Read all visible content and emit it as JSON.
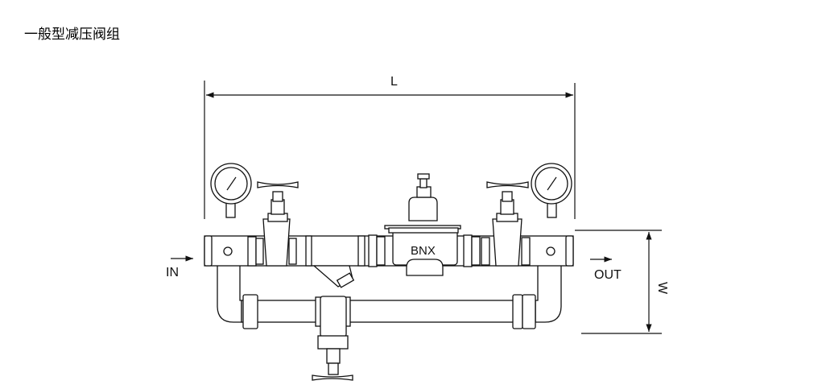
{
  "title": "一般型减压阀组",
  "diagram": {
    "dimension_length_label": "L",
    "dimension_width_label": "W",
    "inlet_label": "IN",
    "outlet_label": "OUT",
    "valve_brand_label": "BNX"
  }
}
